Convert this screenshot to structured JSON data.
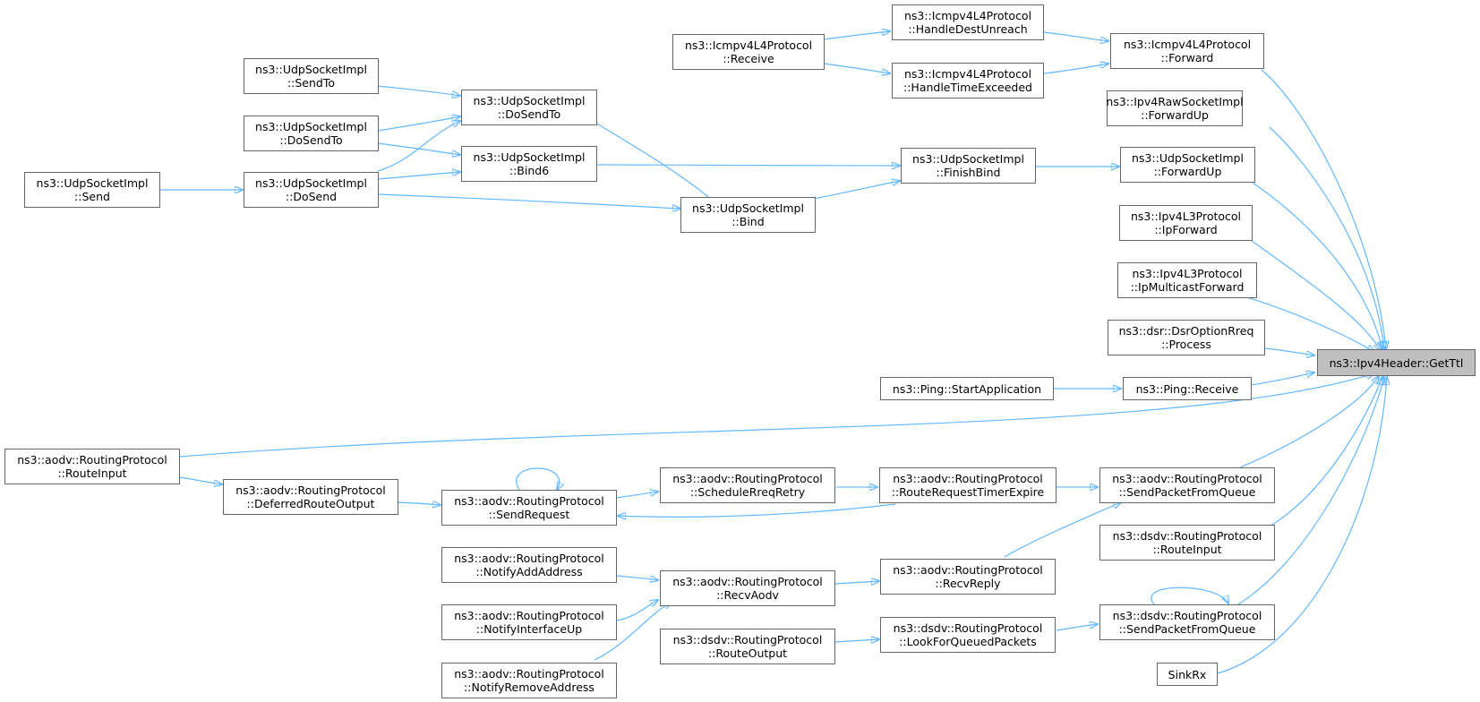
{
  "diagram": {
    "colors": {
      "edge": "#63b8ff",
      "node_border": "#666666",
      "root_fill": "#bfbfbf",
      "node_fill": "#ffffff"
    },
    "nodes": [
      {
        "id": "gettl",
        "lines": [
          "ns3::Ipv4Header::GetTtl"
        ],
        "root": true
      },
      {
        "id": "icmp_fwd",
        "lines": [
          "ns3::Icmpv4L4Protocol",
          "::Forward"
        ]
      },
      {
        "id": "rawsock_fwd",
        "lines": [
          "ns3::Ipv4RawSocketImpl",
          "::ForwardUp"
        ]
      },
      {
        "id": "udp_fwdup",
        "lines": [
          "ns3::UdpSocketImpl",
          "::ForwardUp"
        ]
      },
      {
        "id": "ipfwd",
        "lines": [
          "ns3::Ipv4L3Protocol",
          "::IpForward"
        ]
      },
      {
        "id": "ipmcast",
        "lines": [
          "ns3::Ipv4L3Protocol",
          "::IpMulticastForward"
        ]
      },
      {
        "id": "dsr",
        "lines": [
          "ns3::dsr::DsrOptionRreq",
          "::Process"
        ]
      },
      {
        "id": "ping_recv",
        "lines": [
          "ns3::Ping::Receive"
        ]
      },
      {
        "id": "aodv_sendq",
        "lines": [
          "ns3::aodv::RoutingProtocol",
          "::SendPacketFromQueue"
        ]
      },
      {
        "id": "dsdv_routein",
        "lines": [
          "ns3::dsdv::RoutingProtocol",
          "::RouteInput"
        ]
      },
      {
        "id": "dsdv_sendq",
        "lines": [
          "ns3::dsdv::RoutingProtocol",
          "::SendPacketFromQueue"
        ]
      },
      {
        "id": "sinkrx",
        "lines": [
          "SinkRx"
        ]
      },
      {
        "id": "icmp_dest",
        "lines": [
          "ns3::Icmpv4L4Protocol",
          "::HandleDestUnreach"
        ]
      },
      {
        "id": "icmp_time",
        "lines": [
          "ns3::Icmpv4L4Protocol",
          "::HandleTimeExceeded"
        ]
      },
      {
        "id": "icmp_recv",
        "lines": [
          "ns3::Icmpv4L4Protocol",
          "::Receive"
        ]
      },
      {
        "id": "udp_finish",
        "lines": [
          "ns3::UdpSocketImpl",
          "::FinishBind"
        ]
      },
      {
        "id": "udp_bind6",
        "lines": [
          "ns3::UdpSocketImpl",
          "::Bind6"
        ]
      },
      {
        "id": "udp_bind",
        "lines": [
          "ns3::UdpSocketImpl",
          "::Bind"
        ]
      },
      {
        "id": "udp_dosendto",
        "lines": [
          "ns3::UdpSocketImpl",
          "::DoSendTo"
        ]
      },
      {
        "id": "udp_sendto",
        "lines": [
          "ns3::UdpSocketImpl",
          "::SendTo"
        ]
      },
      {
        "id": "udp_dosendto2",
        "lines": [
          "ns3::UdpSocketImpl",
          "::DoSendTo"
        ]
      },
      {
        "id": "udp_dosend",
        "lines": [
          "ns3::UdpSocketImpl",
          "::DoSend"
        ]
      },
      {
        "id": "udp_send",
        "lines": [
          "ns3::UdpSocketImpl",
          "::Send"
        ]
      },
      {
        "id": "ping_start",
        "lines": [
          "ns3::Ping::StartApplication"
        ]
      },
      {
        "id": "aodv_routein",
        "lines": [
          "ns3::aodv::RoutingProtocol",
          "::RouteInput"
        ]
      },
      {
        "id": "aodv_deferred",
        "lines": [
          "ns3::aodv::RoutingProtocol",
          "::DeferredRouteOutput"
        ]
      },
      {
        "id": "aodv_sendreq",
        "lines": [
          "ns3::aodv::RoutingProtocol",
          "::SendRequest"
        ]
      },
      {
        "id": "aodv_sched",
        "lines": [
          "ns3::aodv::RoutingProtocol",
          "::ScheduleRreqRetry"
        ]
      },
      {
        "id": "aodv_rrte",
        "lines": [
          "ns3::aodv::RoutingProtocol",
          "::RouteRequestTimerExpire"
        ]
      },
      {
        "id": "aodv_recvreply",
        "lines": [
          "ns3::aodv::RoutingProtocol",
          "::RecvReply"
        ]
      },
      {
        "id": "aodv_recvaodv",
        "lines": [
          "ns3::aodv::RoutingProtocol",
          "::RecvAodv"
        ]
      },
      {
        "id": "aodv_notifyadd",
        "lines": [
          "ns3::aodv::RoutingProtocol",
          "::NotifyAddAddress"
        ]
      },
      {
        "id": "aodv_notifyup",
        "lines": [
          "ns3::aodv::RoutingProtocol",
          "::NotifyInterfaceUp"
        ]
      },
      {
        "id": "aodv_notifyrm",
        "lines": [
          "ns3::aodv::RoutingProtocol",
          "::NotifyRemoveAddress"
        ]
      },
      {
        "id": "dsdv_lookfor",
        "lines": [
          "ns3::dsdv::RoutingProtocol",
          "::LookForQueuedPackets"
        ]
      },
      {
        "id": "dsdv_routeout",
        "lines": [
          "ns3::dsdv::RoutingProtocol",
          "::RouteOutput"
        ]
      }
    ]
  }
}
